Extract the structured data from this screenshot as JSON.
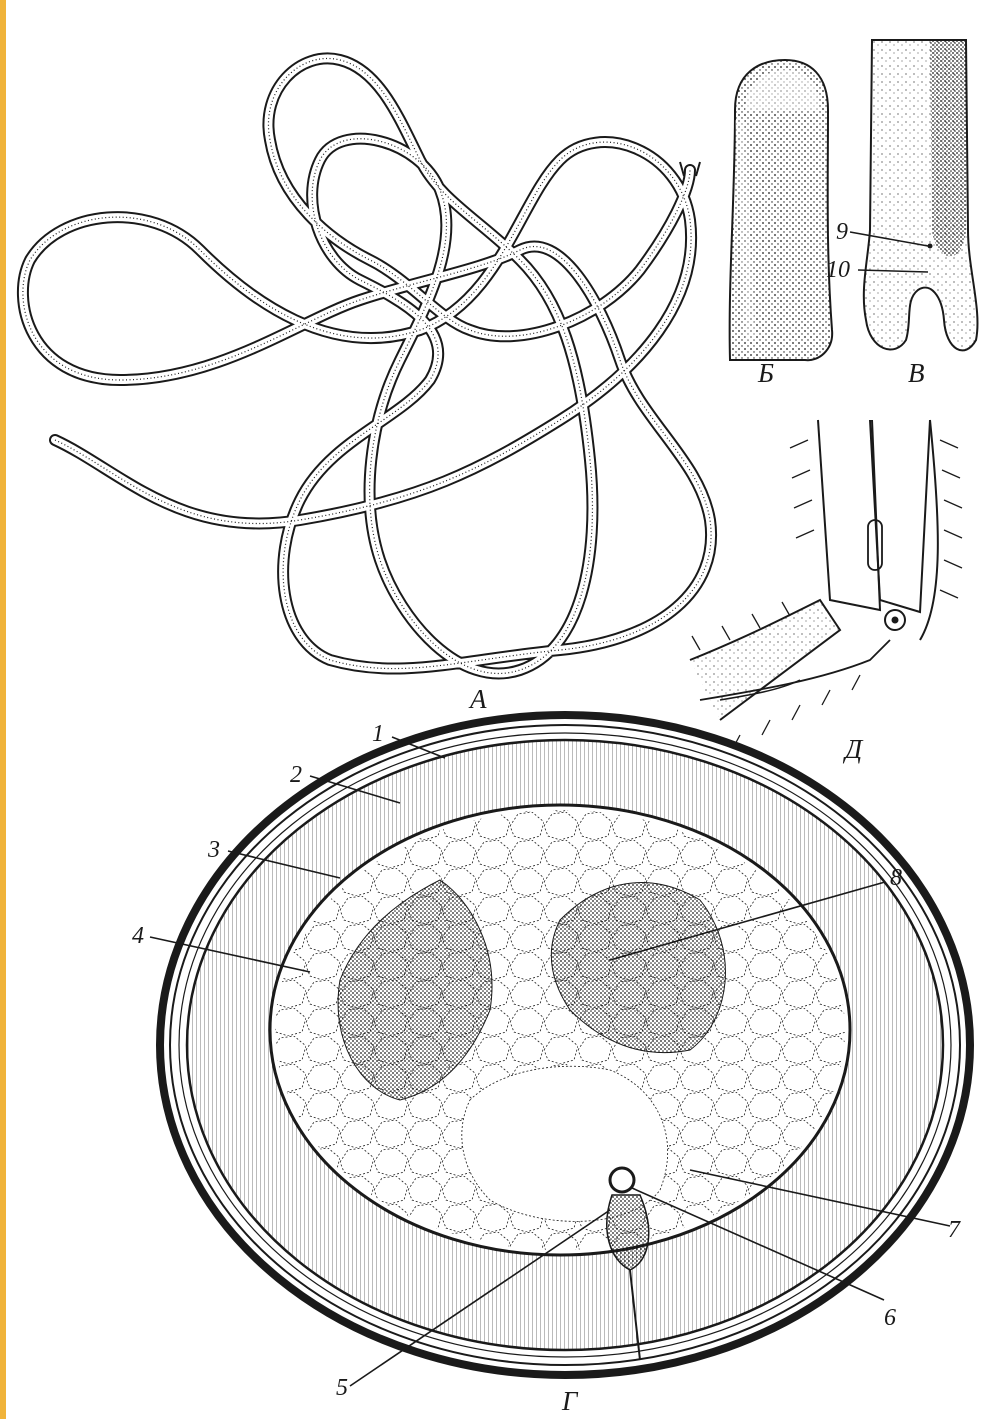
{
  "panels": {
    "a": "А",
    "b": "Б",
    "v": "В",
    "g": "Г",
    "d": "Д"
  },
  "callouts": {
    "n1": "1",
    "n2": "2",
    "n3": "3",
    "n4": "4",
    "n5": "5",
    "n6": "6",
    "n7": "7",
    "n8": "8",
    "n9": "9",
    "n10": "10"
  },
  "colors": {
    "ink": "#1a1a1a",
    "paper": "#ffffff",
    "accent_band": "#f0b33a"
  }
}
